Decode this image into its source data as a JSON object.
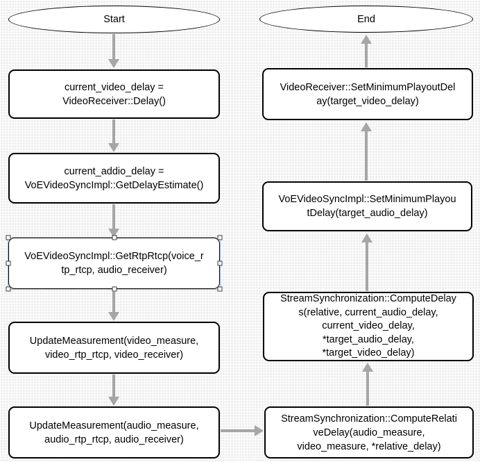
{
  "colors": {
    "canvas_bg": "#efefef",
    "grid_line": "#ffffff",
    "shape_fill": "#ffffff",
    "shape_border": "#000000",
    "text": "#000000",
    "arrow": "#a6a6a6",
    "selection_outline": "#9fc3e7",
    "handle_fill": "#ffffff",
    "handle_border": "#3b3b3b"
  },
  "nodes": {
    "start": {
      "shape": "ellipse",
      "label": "Start"
    },
    "end": {
      "shape": "ellipse",
      "label": "End"
    },
    "current_video_delay": {
      "shape": "rounded-box",
      "lines": [
        "current_video_delay =",
        "VideoReceiver::Delay()"
      ]
    },
    "current_addio_delay": {
      "shape": "rounded-box",
      "lines": [
        "current_addio_delay =",
        "VoEVideoSyncImpl::GetDelayEstimate()"
      ]
    },
    "get_rtp_rtcp": {
      "shape": "rounded-box",
      "selected": true,
      "lines": [
        "VoEVideoSyncImpl::GetRtpRtcp(voice_r",
        "tp_rtcp, audio_receiver)"
      ]
    },
    "update_measurement_video": {
      "shape": "rounded-box",
      "lines": [
        "UpdateMeasurement(video_measure,",
        "video_rtp_rtcp, video_receiver)"
      ]
    },
    "update_measurement_audio": {
      "shape": "rounded-box",
      "lines": [
        "UpdateMeasurement(audio_measure,",
        "audio_rtp_rtcp, audio_receiver)"
      ]
    },
    "set_minimum_playout_delay_video": {
      "shape": "rounded-box",
      "lines": [
        "VideoReceiver::SetMinimumPlayoutDel",
        "ay(target_video_delay)"
      ]
    },
    "set_minimum_playout_delay_audio": {
      "shape": "rounded-box",
      "lines": [
        "VoEVideoSyncImpl::SetMinimumPlayou",
        "tDelay(target_audio_delay)"
      ]
    },
    "compute_delays": {
      "shape": "rounded-box",
      "lines": [
        "StreamSynchronization::ComputeDelay",
        "s(relative, current_audio_delay,",
        "current_video_delay,",
        "*target_audio_delay,",
        "*target_video_delay)"
      ]
    },
    "compute_relative_delay": {
      "shape": "rounded-box",
      "lines": [
        "StreamSynchronization::ComputeRelati",
        "veDelay(audio_measure,",
        "video_measure, *relative_delay)"
      ]
    }
  },
  "connections": [
    {
      "from": "start",
      "to": "current_video_delay",
      "direction": "down"
    },
    {
      "from": "current_video_delay",
      "to": "current_addio_delay",
      "direction": "down"
    },
    {
      "from": "current_addio_delay",
      "to": "get_rtp_rtcp",
      "direction": "down"
    },
    {
      "from": "get_rtp_rtcp",
      "to": "update_measurement_video",
      "direction": "down"
    },
    {
      "from": "update_measurement_video",
      "to": "update_measurement_audio",
      "direction": "down"
    },
    {
      "from": "update_measurement_audio",
      "to": "compute_relative_delay",
      "direction": "right"
    },
    {
      "from": "compute_relative_delay",
      "to": "compute_delays",
      "direction": "up"
    },
    {
      "from": "compute_delays",
      "to": "set_minimum_playout_delay_audio",
      "direction": "up"
    },
    {
      "from": "set_minimum_playout_delay_audio",
      "to": "set_minimum_playout_delay_video",
      "direction": "up"
    },
    {
      "from": "set_minimum_playout_delay_video",
      "to": "end",
      "direction": "up"
    }
  ]
}
